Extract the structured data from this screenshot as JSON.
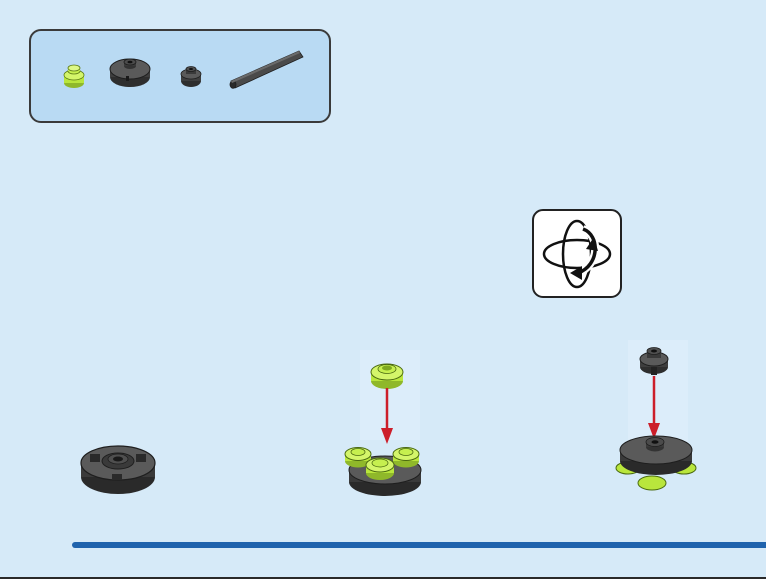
{
  "colors": {
    "page_background": "#d6eaf8",
    "parts_panel": "#b9daf3",
    "lime_part": "#b9e63c",
    "dark_part": "#4a4a4a",
    "arrow_red": "#cc1e2a",
    "rule_blue": "#1f63ad"
  },
  "parts_panel": {
    "items": [
      {
        "name": "lime-round-plate-1x1",
        "color": "lime"
      },
      {
        "name": "dark-round-tile-2x2-with-stud",
        "color": "dark-gray"
      },
      {
        "name": "dark-round-plate-with-pin",
        "color": "dark-gray"
      },
      {
        "name": "dark-bar",
        "color": "dark-gray"
      }
    ]
  },
  "icons": {
    "rotate": "rotate-model-icon",
    "arrow": "down-arrow-icon"
  },
  "steps": [
    {
      "name": "step-base-piece"
    },
    {
      "name": "step-add-lime-plates"
    },
    {
      "name": "step-add-top-pin"
    }
  ]
}
